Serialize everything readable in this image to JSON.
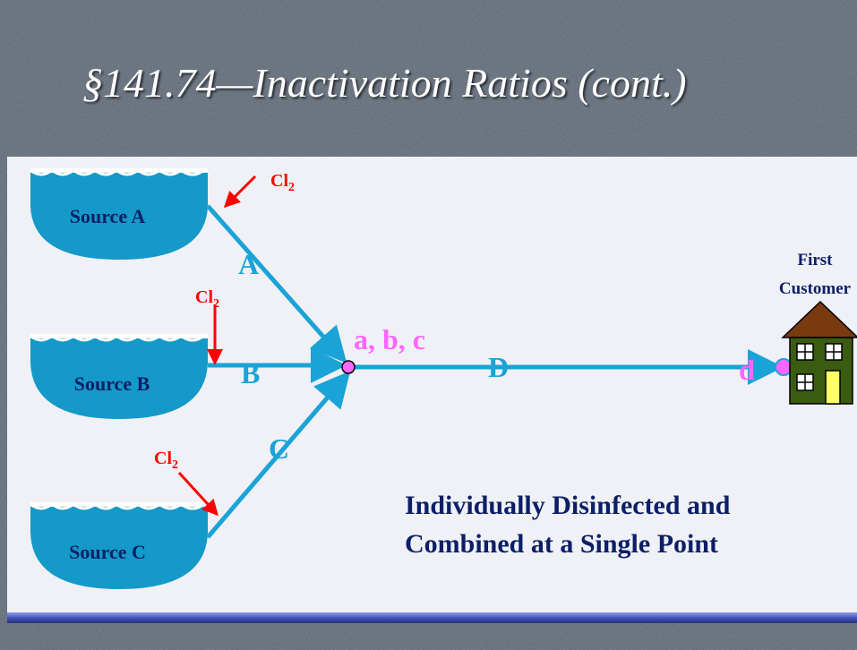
{
  "title": "§141.74—Inactivation Ratios (cont.)",
  "sources": [
    {
      "name": "Source A"
    },
    {
      "name": "Source B"
    },
    {
      "name": "Source C"
    }
  ],
  "chlorine": {
    "symbol": "Cl",
    "subscript": "2"
  },
  "pipes": {
    "a": "A",
    "b": "B",
    "c": "C",
    "d": "D"
  },
  "junction_label": "a, b, c",
  "customer_point_label": "d",
  "customer": {
    "line1": "First",
    "line2": "Customer"
  },
  "caption": {
    "line1": "Individually Disinfected and",
    "line2": "Combined at a Single Point"
  },
  "colors": {
    "water": "#1499c8",
    "pipe": "#1aa3d6",
    "chlorine": "#ff0000",
    "point": "#ff66ff",
    "label_blue": "#1aa3d6",
    "text_navy": "#0c1f66",
    "roof": "#7a3a10",
    "wall": "#3a5c10",
    "door": "#ffff66"
  }
}
